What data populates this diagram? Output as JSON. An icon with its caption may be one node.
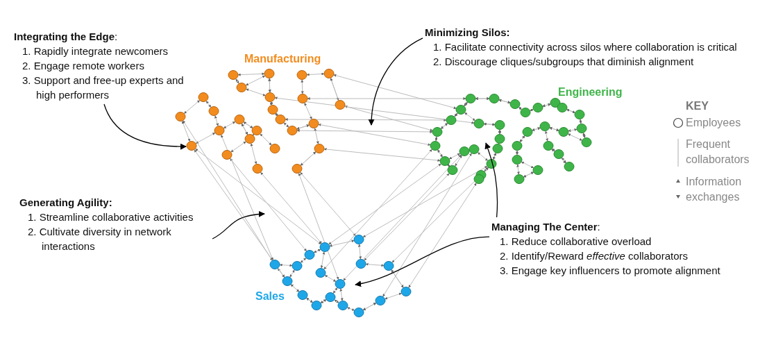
{
  "diagram": {
    "nodes": [
      {
        "text": [
          "**Integrating the Edge**:",
          "1. Rapidly integrate newcomers",
          "2. Engage remote workers",
          "3. Support and free-up experts and high performers"
        ]
      },
      {
        "text": [
          "**Minimizing Silos:**",
          "1. Facilitate connectivity across silos where collaboration is critical",
          "2. Discourage cliques/subgroups that diminish alignment"
        ]
      },
      {
        "text": [
          "**Generating Agility:**",
          "1. Streamline collaborative activities",
          "2. Cultivate diversity in network interactions"
        ]
      },
      {
        "text": [
          "**Managing The Center**:",
          "1. Reduce collaborative overload",
          "2. Identify/Reward *effective* collaborators",
          "3. Engage key influencers to promote alignment"
        ]
      }
    ],
    "edges": [
      {
        "from": 0,
        "to": null,
        "arrow": "to"
      },
      {
        "from": 1,
        "to": null,
        "arrow": "to"
      },
      {
        "from": 2,
        "to": null,
        "arrow": "to"
      },
      {
        "from": 3,
        "to": null,
        "arrow": "to"
      },
      {
        "from": 3,
        "to": null,
        "arrow": "to"
      }
    ],
    "labels": [
      "Manufacturing",
      "Engineering",
      "Sales",
      "KEY"
    ],
    "legend": [
      {
        "text": "Employees"
      },
      {
        "text": "Frequent collaborators"
      },
      {
        "text": "Information exchanges"
      }
    ]
  }
}
